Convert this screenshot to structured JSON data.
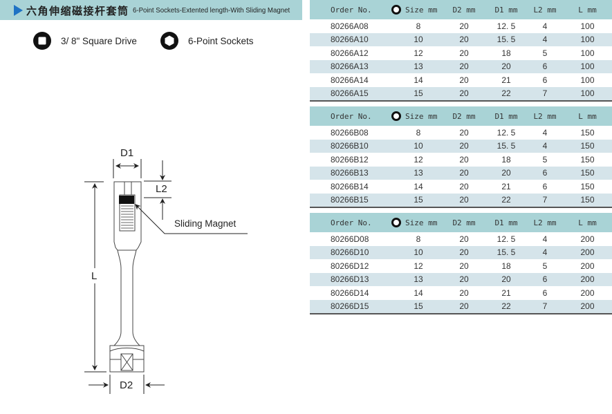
{
  "banner": {
    "title_cn": "六角伸缩磁接杆套筒",
    "title_en": "6-Point Sockets-Extented length-With Sliding Magnet",
    "accent": "#1f73c4",
    "bg": "#a9d3d6"
  },
  "features": [
    {
      "icon": "square-drive-icon",
      "label": "3/ 8\"  Square Drive"
    },
    {
      "icon": "hexagon-icon",
      "label": "6-Point Sockets"
    }
  ],
  "diagram": {
    "labels": {
      "d1": "D1",
      "l2": "L2",
      "magnet": "Sliding Magnet",
      "l": "L",
      "d2": "D2"
    }
  },
  "columns": [
    "Order No.",
    "Size mm",
    "D2 mm",
    "D1 mm",
    "L2 mm",
    "L mm"
  ],
  "tables": [
    {
      "rows": [
        [
          "80266A08",
          "8",
          "20",
          "12. 5",
          "4",
          "100"
        ],
        [
          "80266A10",
          "10",
          "20",
          "15. 5",
          "4",
          "100"
        ],
        [
          "80266A12",
          "12",
          "20",
          "18",
          "5",
          "100"
        ],
        [
          "80266A13",
          "13",
          "20",
          "20",
          "6",
          "100"
        ],
        [
          "80266A14",
          "14",
          "20",
          "21",
          "6",
          "100"
        ],
        [
          "80266A15",
          "15",
          "20",
          "22",
          "7",
          "100"
        ]
      ]
    },
    {
      "rows": [
        [
          "80266B08",
          "8",
          "20",
          "12. 5",
          "4",
          "150"
        ],
        [
          "80266B10",
          "10",
          "20",
          "15. 5",
          "4",
          "150"
        ],
        [
          "80266B12",
          "12",
          "20",
          "18",
          "5",
          "150"
        ],
        [
          "80266B13",
          "13",
          "20",
          "20",
          "6",
          "150"
        ],
        [
          "80266B14",
          "14",
          "20",
          "21",
          "6",
          "150"
        ],
        [
          "80266B15",
          "15",
          "20",
          "22",
          "7",
          "150"
        ]
      ]
    },
    {
      "rows": [
        [
          "80266D08",
          "8",
          "20",
          "12. 5",
          "4",
          "200"
        ],
        [
          "80266D10",
          "10",
          "20",
          "15. 5",
          "4",
          "200"
        ],
        [
          "80266D12",
          "12",
          "20",
          "18",
          "5",
          "200"
        ],
        [
          "80266D13",
          "13",
          "20",
          "20",
          "6",
          "200"
        ],
        [
          "80266D14",
          "14",
          "20",
          "21",
          "6",
          "200"
        ],
        [
          "80266D15",
          "15",
          "20",
          "22",
          "7",
          "200"
        ]
      ]
    }
  ]
}
